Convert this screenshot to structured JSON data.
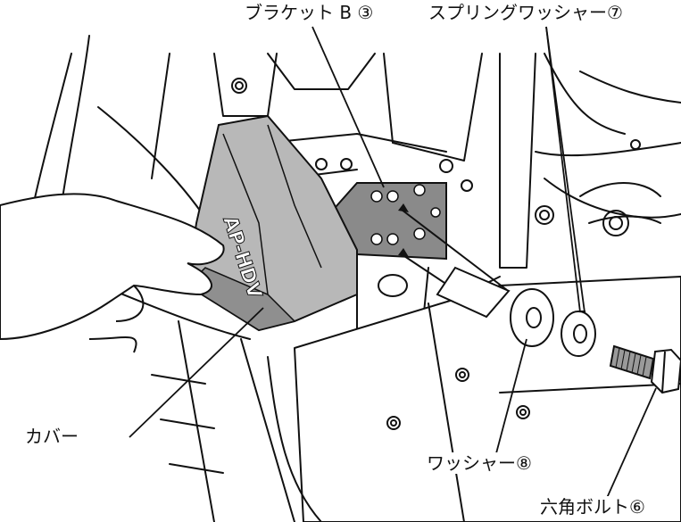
{
  "labels": {
    "bracket_b": "ブラケット B ③",
    "spring_washer": "スプリングワッシャー⑦",
    "cover": "カバー",
    "washer": "ワッシャー⑧",
    "hex_bolt": "六角ボルト⑥"
  },
  "cover_logo_text": "AP-HDV",
  "colors": {
    "line": "#111111",
    "paper": "#ffffff",
    "bracket_fill": "#8a8a8a",
    "cover_fill": "#b8b8b8",
    "cover_shade": "#8f8f8f",
    "panel_fill": "#ffffff"
  }
}
